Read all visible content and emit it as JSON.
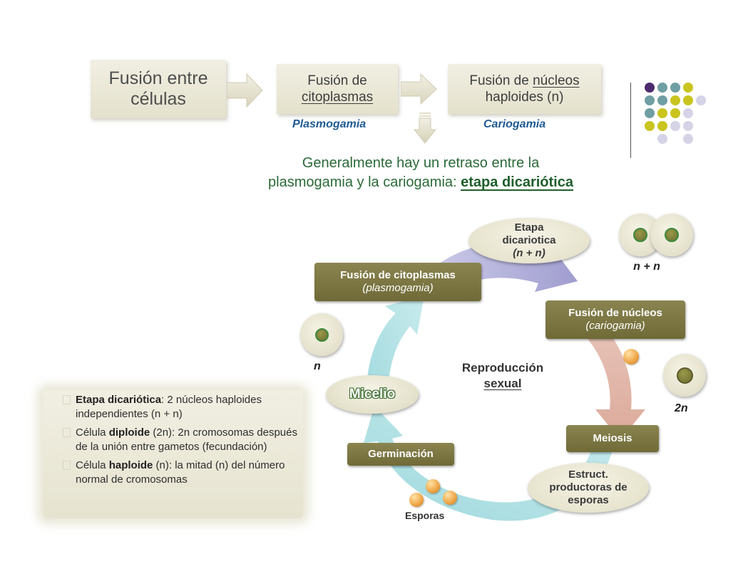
{
  "top_flow": {
    "box1": "Fusión entre células",
    "box2_line1": "Fusión de",
    "box2_line2": "citoplasmas",
    "box3_line1_a": "Fusión de ",
    "box3_line1_b": "núcleos",
    "box3_line2": "haploides (n)",
    "label_plasmogamia": "Plasmogamia",
    "label_cariogamia": "Cariogamia",
    "delay_text_1": "Generalmente hay un retraso entre la",
    "delay_text_2": "plasmogamia y la cariogamia: ",
    "delay_highlight": "etapa dicariótica"
  },
  "cycle": {
    "etapa_1": "Etapa",
    "etapa_2": "dicariotica",
    "etapa_3": "(n + n)",
    "fusion_cito_1": "Fusión de citoplasmas",
    "fusion_cito_2": "(plasmogamia)",
    "fusion_nuc_1": "Fusión de núcleos",
    "fusion_nuc_2": "(cariogamia)",
    "meiosis": "Meiosis",
    "estruct_1": "Estruct.",
    "estruct_2": "productoras de",
    "estruct_3": "esporas",
    "germinacion": "Germinación",
    "micelio": "Micelio",
    "esporas": "Esporas",
    "repro_1": "Reproducción",
    "repro_2": "sexual",
    "label_nn": "n + n",
    "label_n": "n",
    "label_2n": "2n"
  },
  "legend": {
    "item1_bold": "Etapa dicariótica",
    "item1_rest": ": 2 núcleos haploides independientes (n + n)",
    "item2_pre": "Célula ",
    "item2_bold": "diploide",
    "item2_rest": " (2n): 2n cromosomas después de la unión entre gametos (fecundación)",
    "item3_pre": "Célula ",
    "item3_bold": "haploide",
    "item3_rest": " (n): la mitad (n) del número normal de cromosomas"
  },
  "colors": {
    "purple": "#4b2a6e",
    "teal": "#6f9ea3",
    "yellow": "#c9c41e",
    "lavender": "#d5d3e6",
    "olive": "#7a7544"
  }
}
